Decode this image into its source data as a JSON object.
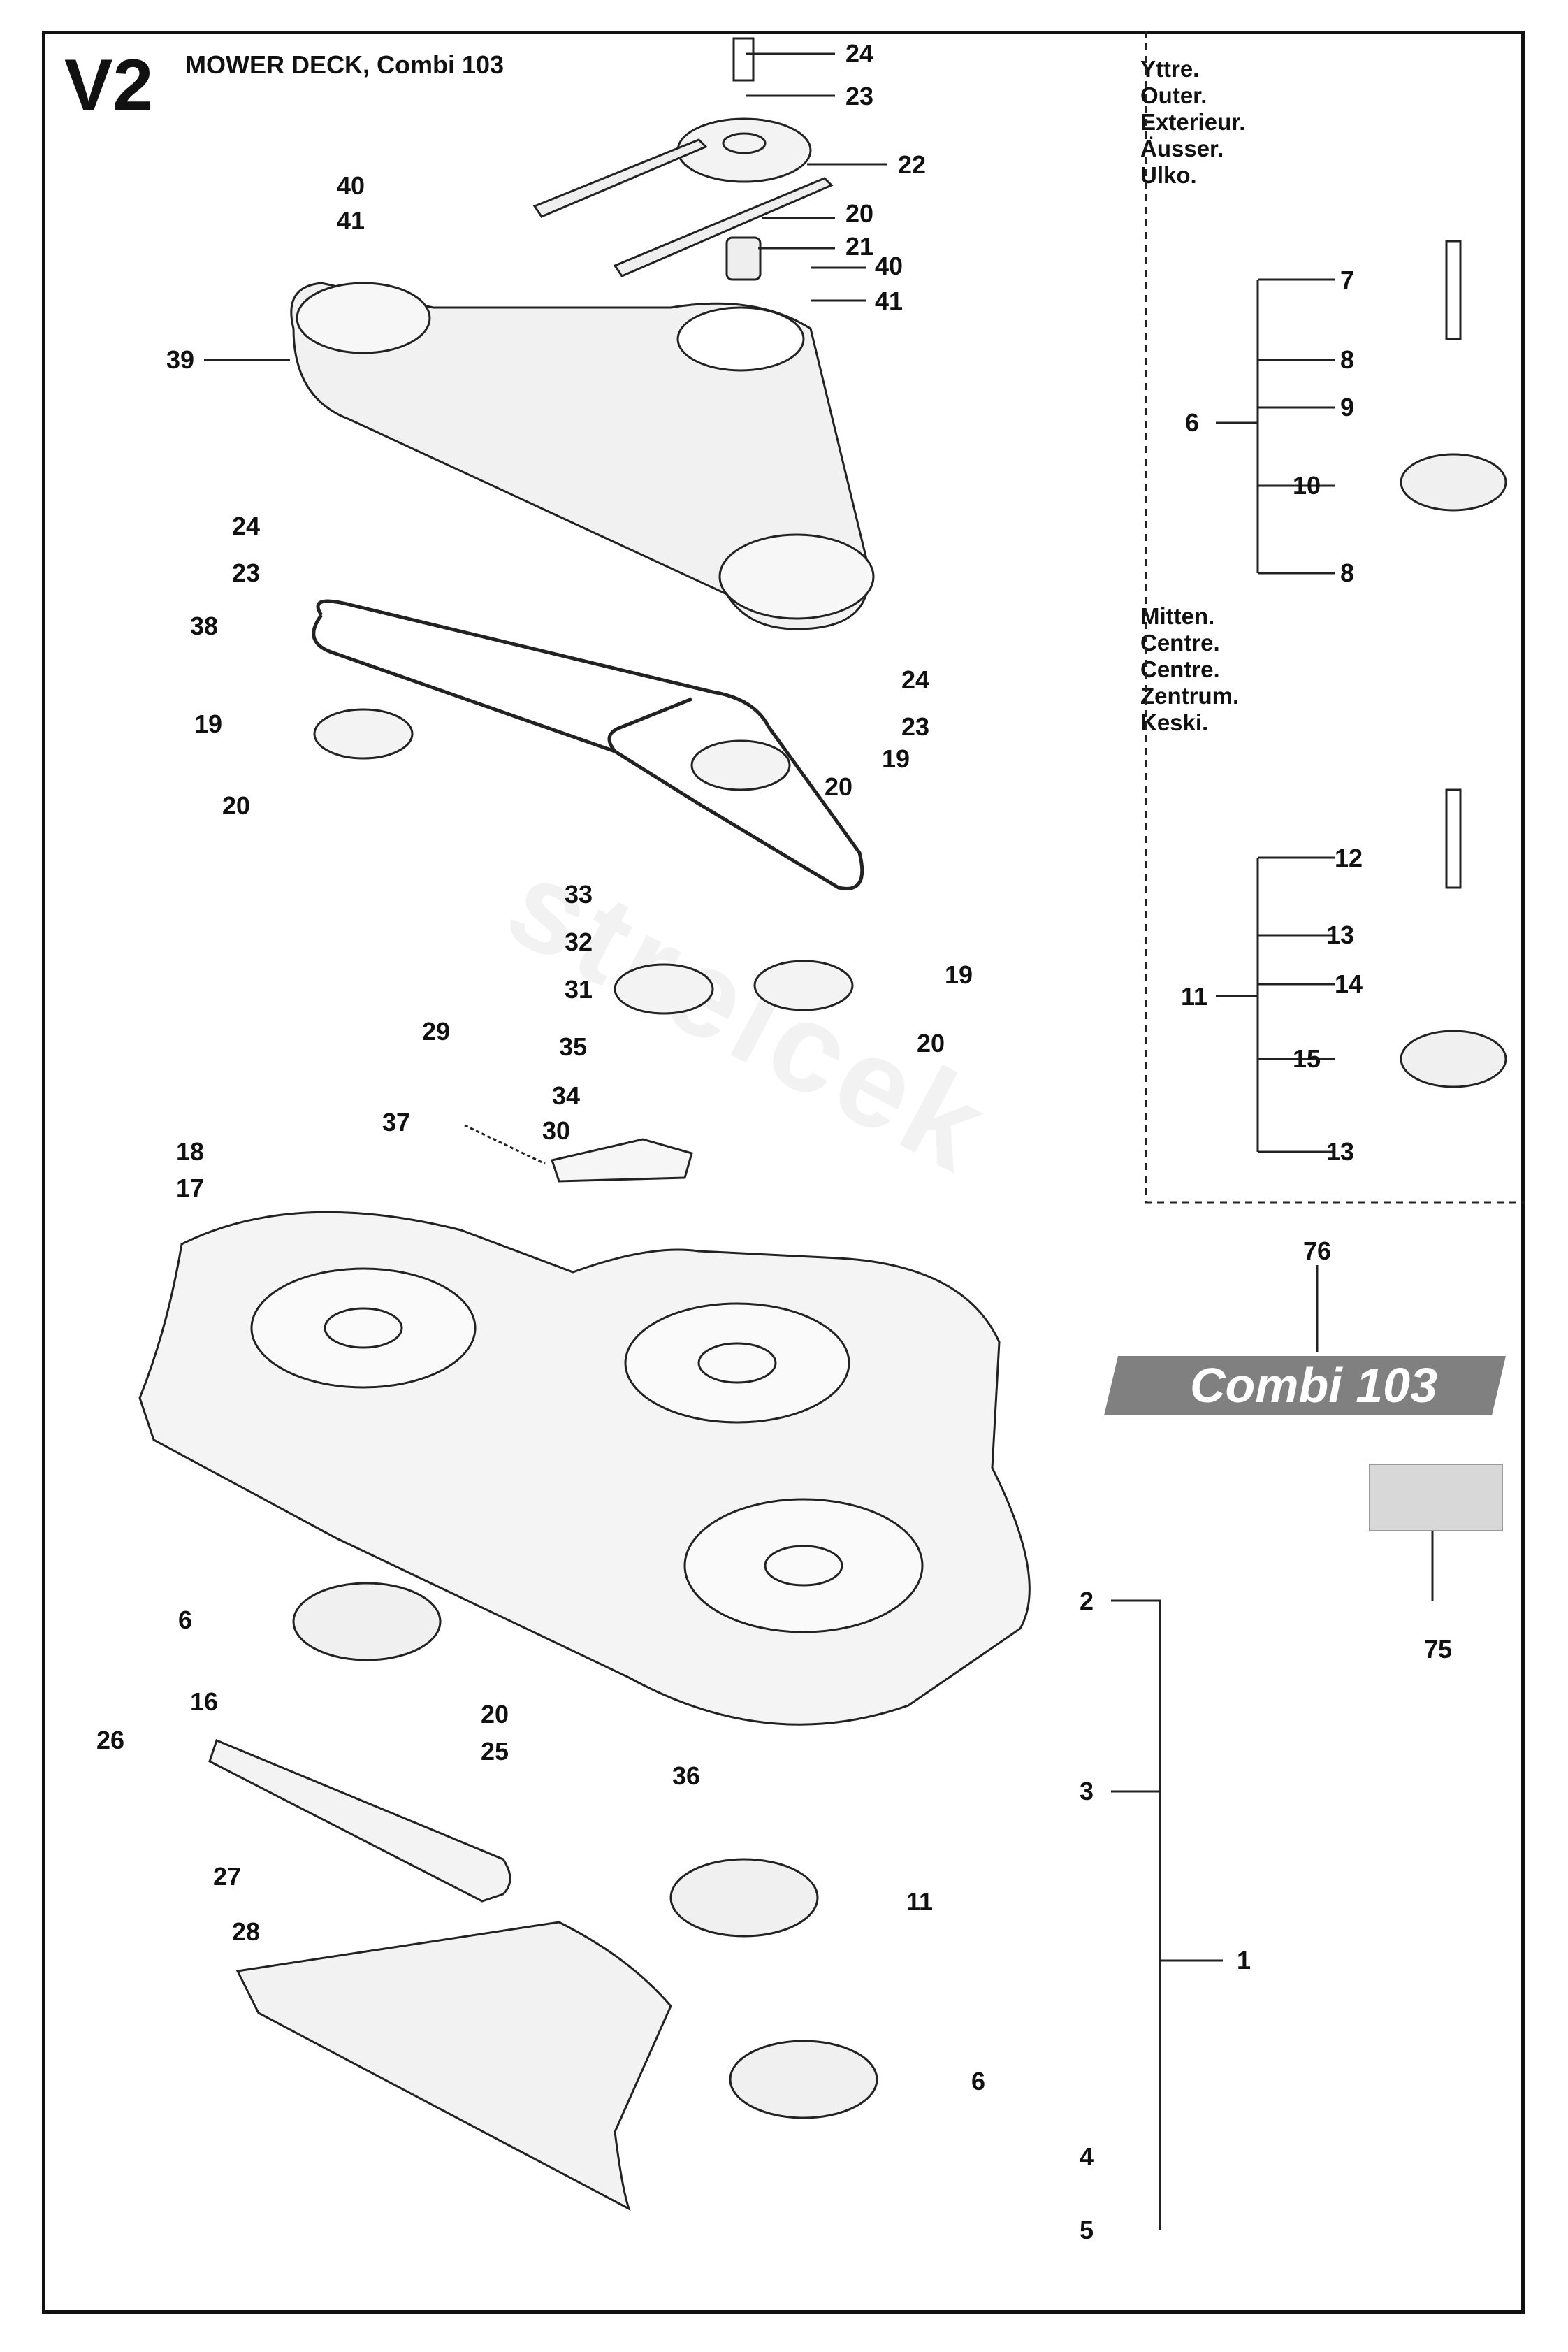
{
  "page": {
    "code": "V2",
    "title": "MOWER DECK, Combi 103",
    "watermark": "streicek"
  },
  "legend": {
    "outer_lines": [
      "Yttre.",
      "Outer.",
      "Exterieur.",
      "Äusser.",
      "Ulko."
    ],
    "centre_lines": [
      "Mitten.",
      "Centre.",
      "Centre.",
      "Zentrum.",
      "Keski."
    ]
  },
  "decal": {
    "text": "Combi 103",
    "color": "#808080"
  },
  "callouts": [
    "24",
    "23",
    "22",
    "20",
    "21",
    "40",
    "41",
    "40",
    "41",
    "39",
    "24",
    "23",
    "38",
    "24",
    "23",
    "19",
    "19",
    "20",
    "20",
    "33",
    "32",
    "31",
    "29",
    "19",
    "35",
    "20",
    "34",
    "37",
    "30",
    "18",
    "17",
    "6",
    "16",
    "20",
    "26",
    "25",
    "36",
    "27",
    "28",
    "76",
    "75",
    "2",
    "3",
    "11",
    "1",
    "6",
    "4",
    "5",
    "7",
    "8",
    "6",
    "9",
    "10",
    "8",
    "12",
    "13",
    "11",
    "14",
    "15",
    "13"
  ]
}
